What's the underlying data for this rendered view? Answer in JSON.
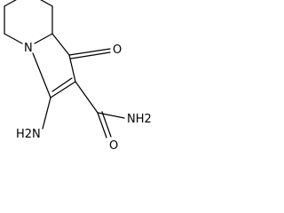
{
  "structure": {
    "atoms": {
      "ring_nitrogen": "N",
      "ketone_oxygen": "O",
      "amide_oxygen": "O",
      "amino_group": "H2N",
      "amide_nitrogen": "NH2"
    },
    "colors": {
      "bond": "#000000",
      "label": "#000000",
      "background": "#ffffff"
    }
  }
}
